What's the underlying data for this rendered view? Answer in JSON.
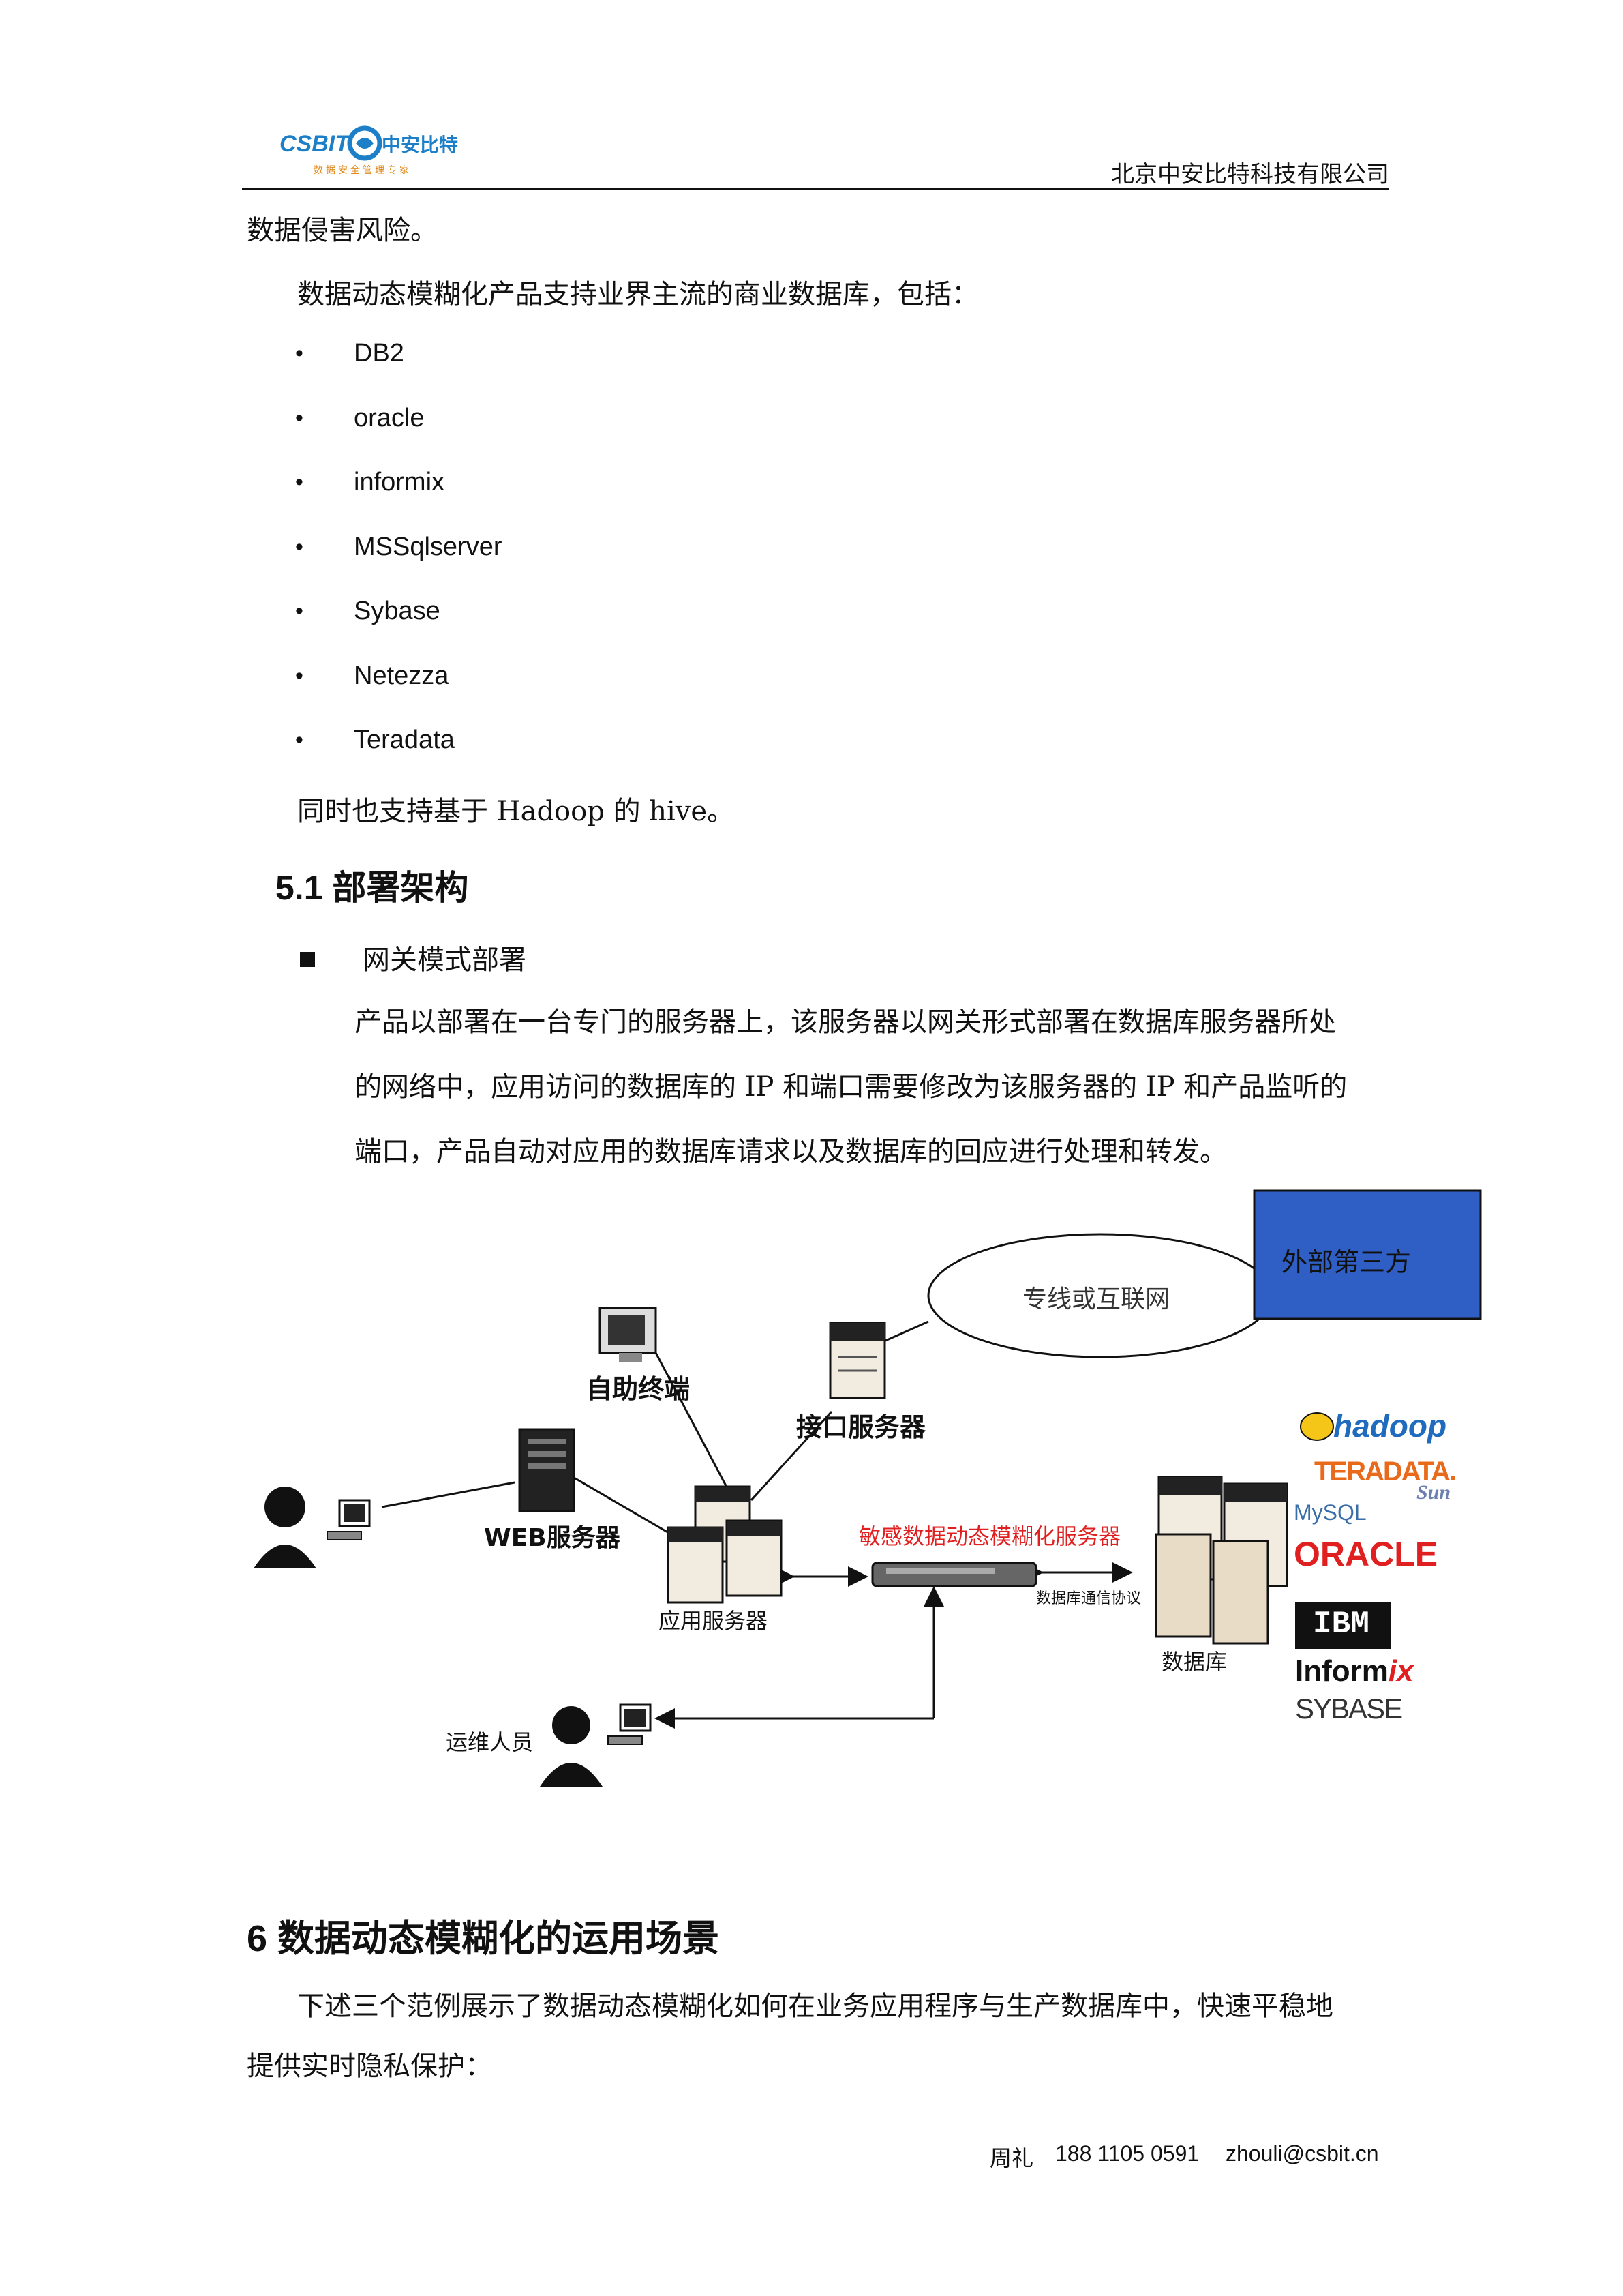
{
  "header": {
    "company": "北京中安比特科技有限公司",
    "logo_text": "CSBIT",
    "logo_cn": "中安比特",
    "logo_sub": "数据安全管理专家"
  },
  "body": {
    "p1": "数据侵害风险。",
    "p2": "数据动态模糊化产品支持业界主流的商业数据库，包括：",
    "databases": [
      "DB2",
      "oracle",
      "informix",
      "MSSqlserver",
      "Sybase",
      "Netezza",
      "Teradata"
    ],
    "p3": "同时也支持基于 Hadoop 的 hive。",
    "section_51": "5.1 部署架构",
    "mode_title": "网关模式部署",
    "mode_desc_lines": [
      "产品以部署在一台专门的服务器上，该服务器以网关形式部署在数据库服务器所处",
      "的网络中，应用访问的数据库的 IP 和端口需要修改为该服务器的 IP 和产品监听的",
      "端口，产品自动对应用的数据库请求以及数据库的回应进行处理和转发。"
    ],
    "section_6": "6  数据动态模糊化的运用场景",
    "p4_lines": [
      "下述三个范例展示了数据动态模糊化如何在业务应用程序与生产数据库中，快速平稳地",
      "提供实时隐私保护："
    ]
  },
  "diagram": {
    "third_party": "外部第三方",
    "network": "专线或互联网",
    "kiosk": "自助终端",
    "interface_server": "接口服务器",
    "web_server": "WEB服务器",
    "app_server": "应用服务器",
    "mask_server": "敏感数据动态模糊化服务器",
    "protocol": "数据库通信协议",
    "database": "数据库",
    "ops": "运维人员",
    "brands": {
      "hadoop": "hadoop",
      "teradata": "TERADATA.",
      "sun": "Sun",
      "mysql": "MySQL",
      "oracle": "ORACLE",
      "ibm": "IBM",
      "informix_a": "Inform",
      "informix_b": "ix",
      "sybase": "SYBASE"
    },
    "colors": {
      "mask_label": "#e02020",
      "third_party_fill": "#2f5ec4"
    }
  },
  "footer": {
    "name": "周礼",
    "phone": "188 1105 0591",
    "email": "zhouli@csbit.cn"
  }
}
